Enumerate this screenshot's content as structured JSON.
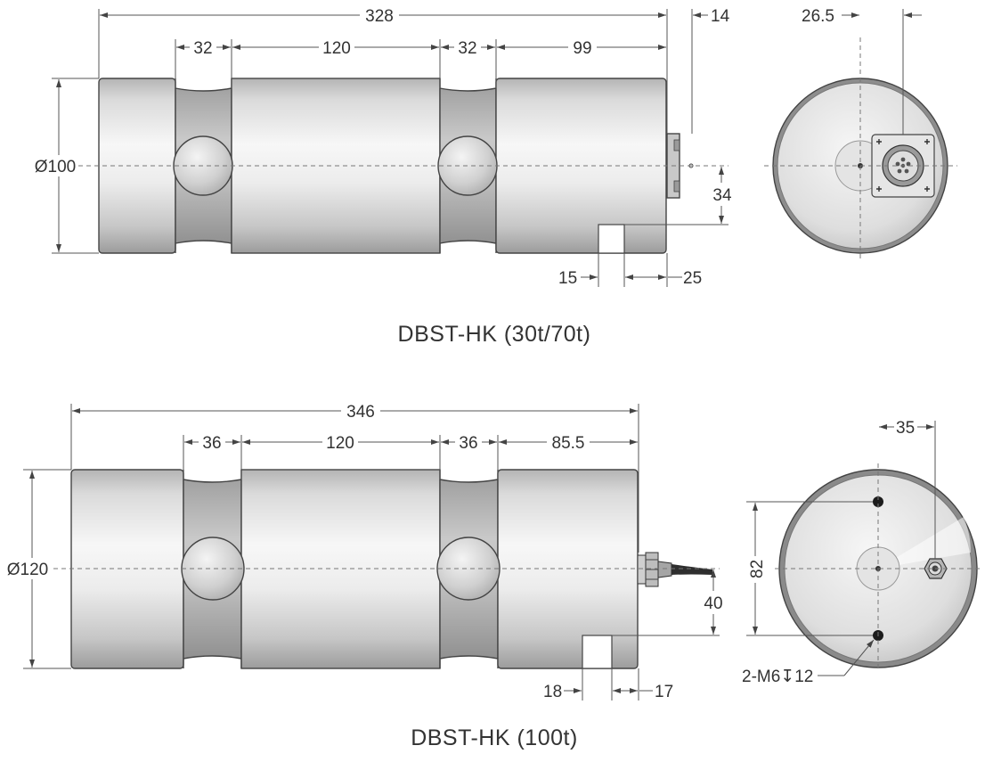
{
  "views": {
    "top": {
      "caption": "DBST-HK (30t/70t)",
      "dimensions": {
        "overall_length": "328",
        "connector_length": "14",
        "groove_1": "32",
        "between_grooves": "120",
        "groove_2": "32",
        "end_section": "99",
        "diameter": "Ø100",
        "hole_offset": "34",
        "slot_width": "15",
        "slot_to_end": "25",
        "connector_offset": "26.5"
      }
    },
    "bottom": {
      "caption": "DBST-HK (100t)",
      "dimensions": {
        "overall_length": "346",
        "groove_1": "36",
        "between_grooves": "120",
        "groove_2": "36",
        "end_section": "85.5",
        "diameter": "Ø120",
        "hole_offset": "40",
        "slot_width": "18",
        "slot_to_end": "17",
        "hole_spacing": "82",
        "gland_offset": "35",
        "thread_callout": "2-M6↧12"
      }
    }
  },
  "colors": {
    "line": "#555555",
    "text": "#333333",
    "body_light": "#f2f2f2",
    "body_dark": "#a9a9a9",
    "groove_dark": "#8f8f8f"
  }
}
